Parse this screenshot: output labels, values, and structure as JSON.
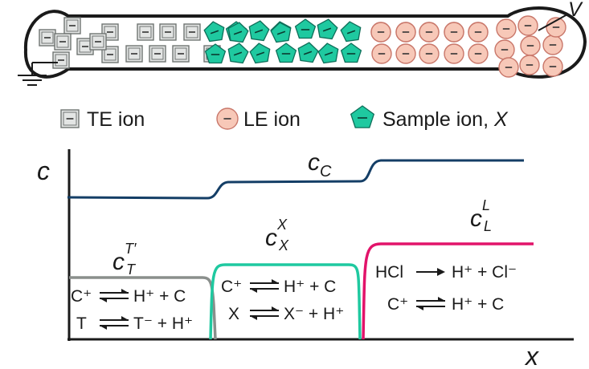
{
  "channel": {
    "voltage_label": "V",
    "te_ion_count": 15,
    "sample_ion_count": 16,
    "le_ion_count": 24,
    "ion_charge_symbol": "−"
  },
  "legend": {
    "te_label": "TE ion",
    "le_label": "LE ion",
    "sample_label_prefix": "Sample ion, ",
    "sample_label_var": "X"
  },
  "plot": {
    "y_axis_label": "c",
    "x_axis_label": "x",
    "counterion_label": {
      "main": "c",
      "sub": "C"
    },
    "te_label": {
      "main": "c",
      "sup": "T′",
      "sub": "T"
    },
    "sample_label": {
      "main": "c",
      "sup": "X",
      "sub": "X"
    },
    "le_label": {
      "main": "c",
      "sup": "L",
      "sub": "L"
    }
  },
  "zones": {
    "te": {
      "rxn1": {
        "left": "C⁺",
        "right": "H⁺ + C"
      },
      "rxn2": {
        "left": "T",
        "right": "T⁻ + H⁺"
      }
    },
    "sample": {
      "rxn1": {
        "left": "C⁺",
        "right": "H⁺ + C"
      },
      "rxn2": {
        "left": "X",
        "right": "X⁻ + H⁺"
      }
    },
    "le": {
      "rxn1": {
        "left": "HCl",
        "right": "H⁺ + Cl⁻"
      },
      "rxn2": {
        "left": "C⁺",
        "right": "H⁺ + C"
      }
    }
  },
  "colors": {
    "te": "#8a8f8c",
    "te_fill": "#e3e5e4",
    "sample": "#1fc9a0",
    "sample_fill": "#1fc9a0",
    "sample_stroke": "#0e6e59",
    "le": "#e2136a",
    "le_fill": "#f7c8b8",
    "le_stroke": "#c9776a",
    "counterion": "#143e66",
    "outline": "#1a1a1a"
  }
}
